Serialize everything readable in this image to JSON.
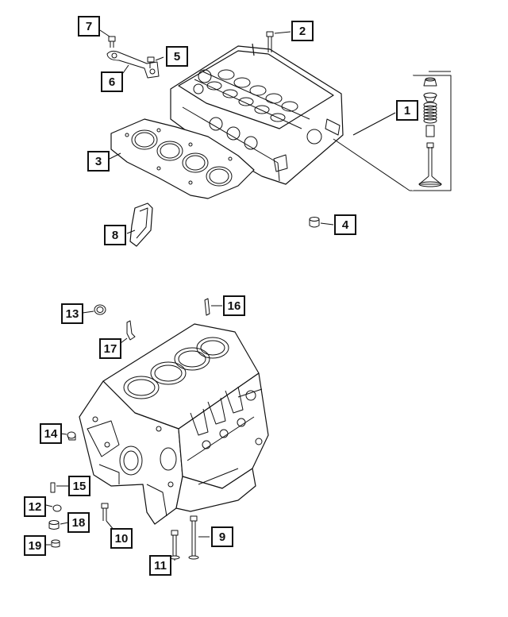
{
  "callouts": [
    {
      "id": "1",
      "label": "1"
    },
    {
      "id": "2",
      "label": "2"
    },
    {
      "id": "3",
      "label": "3"
    },
    {
      "id": "4",
      "label": "4"
    },
    {
      "id": "5",
      "label": "5"
    },
    {
      "id": "6",
      "label": "6"
    },
    {
      "id": "7",
      "label": "7"
    },
    {
      "id": "8",
      "label": "8"
    },
    {
      "id": "9",
      "label": "9"
    },
    {
      "id": "10",
      "label": "10"
    },
    {
      "id": "11",
      "label": "11"
    },
    {
      "id": "12",
      "label": "12"
    },
    {
      "id": "13",
      "label": "13"
    },
    {
      "id": "14",
      "label": "14"
    },
    {
      "id": "15",
      "label": "15"
    },
    {
      "id": "16",
      "label": "16"
    },
    {
      "id": "17",
      "label": "17"
    },
    {
      "id": "18",
      "label": "18"
    },
    {
      "id": "19",
      "label": "19"
    }
  ],
  "colors": {
    "ink": "#111111",
    "paper": "#ffffff",
    "shade": "#d9d9d9"
  }
}
